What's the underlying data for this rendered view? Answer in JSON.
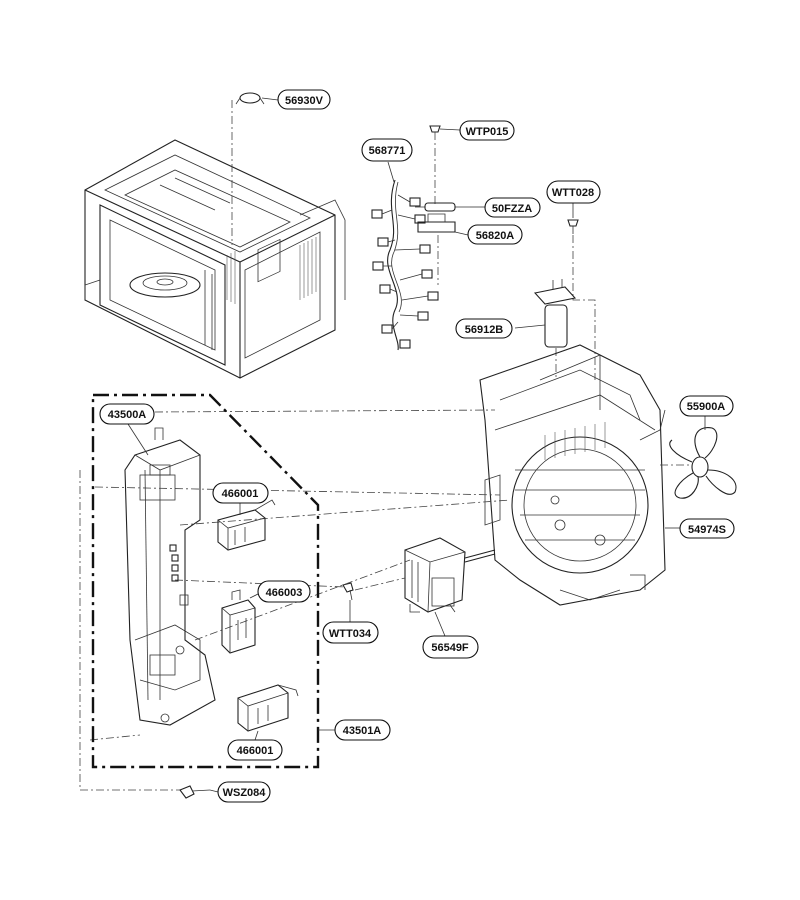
{
  "parts": [
    {
      "id": "p_56930V",
      "label": "56930V"
    },
    {
      "id": "p_WTP015",
      "label": "WTP015"
    },
    {
      "id": "p_568771",
      "label": "568771"
    },
    {
      "id": "p_50FZZA",
      "label": "50FZZA"
    },
    {
      "id": "p_WTT028",
      "label": "WTT028"
    },
    {
      "id": "p_56820A",
      "label": "56820A"
    },
    {
      "id": "p_56912B",
      "label": "56912B"
    },
    {
      "id": "p_43500A",
      "label": "43500A"
    },
    {
      "id": "p_55900A",
      "label": "55900A"
    },
    {
      "id": "p_466001a",
      "label": "466001"
    },
    {
      "id": "p_54974S",
      "label": "54974S"
    },
    {
      "id": "p_466003",
      "label": "466003"
    },
    {
      "id": "p_WTT034",
      "label": "WTT034"
    },
    {
      "id": "p_56549F",
      "label": "56549F"
    },
    {
      "id": "p_466001b",
      "label": "466001"
    },
    {
      "id": "p_43501A",
      "label": "43501A"
    },
    {
      "id": "p_WSZ084",
      "label": "WSZ084"
    }
  ]
}
